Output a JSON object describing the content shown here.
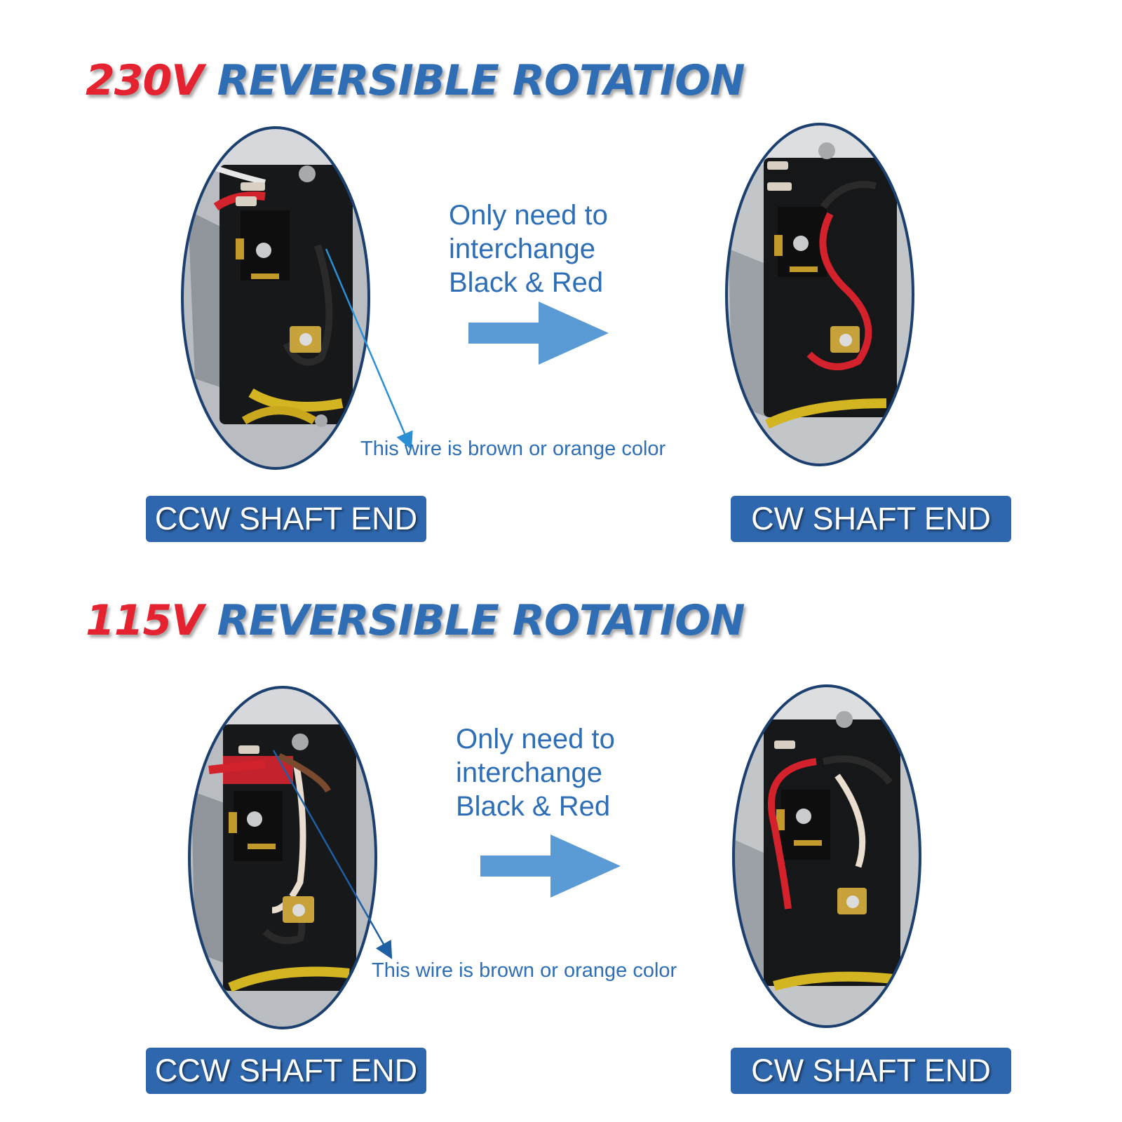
{
  "colors": {
    "voltage_red": "#e52330",
    "title_blue": "#2f6db5",
    "note_blue": "#2d6eb7",
    "arrow_blue": "#5b9bd5",
    "label_bg": "#2f67ae"
  },
  "sections": [
    {
      "voltage": "230V",
      "title": "REVERSIBLE ROTATION",
      "note_lines": [
        "Only need to",
        "interchange",
        "Black & Red"
      ],
      "callout": "This wire is brown or orange color",
      "left_label": "CCW SHAFT END",
      "right_label": "CW SHAFT END"
    },
    {
      "voltage": "115V",
      "title": "REVERSIBLE ROTATION",
      "note_lines": [
        "Only need to",
        "interchange",
        "Black & Red"
      ],
      "callout": "This wire is brown or orange color",
      "left_label": "CCW SHAFT END",
      "right_label": "CW SHAFT END"
    }
  ]
}
